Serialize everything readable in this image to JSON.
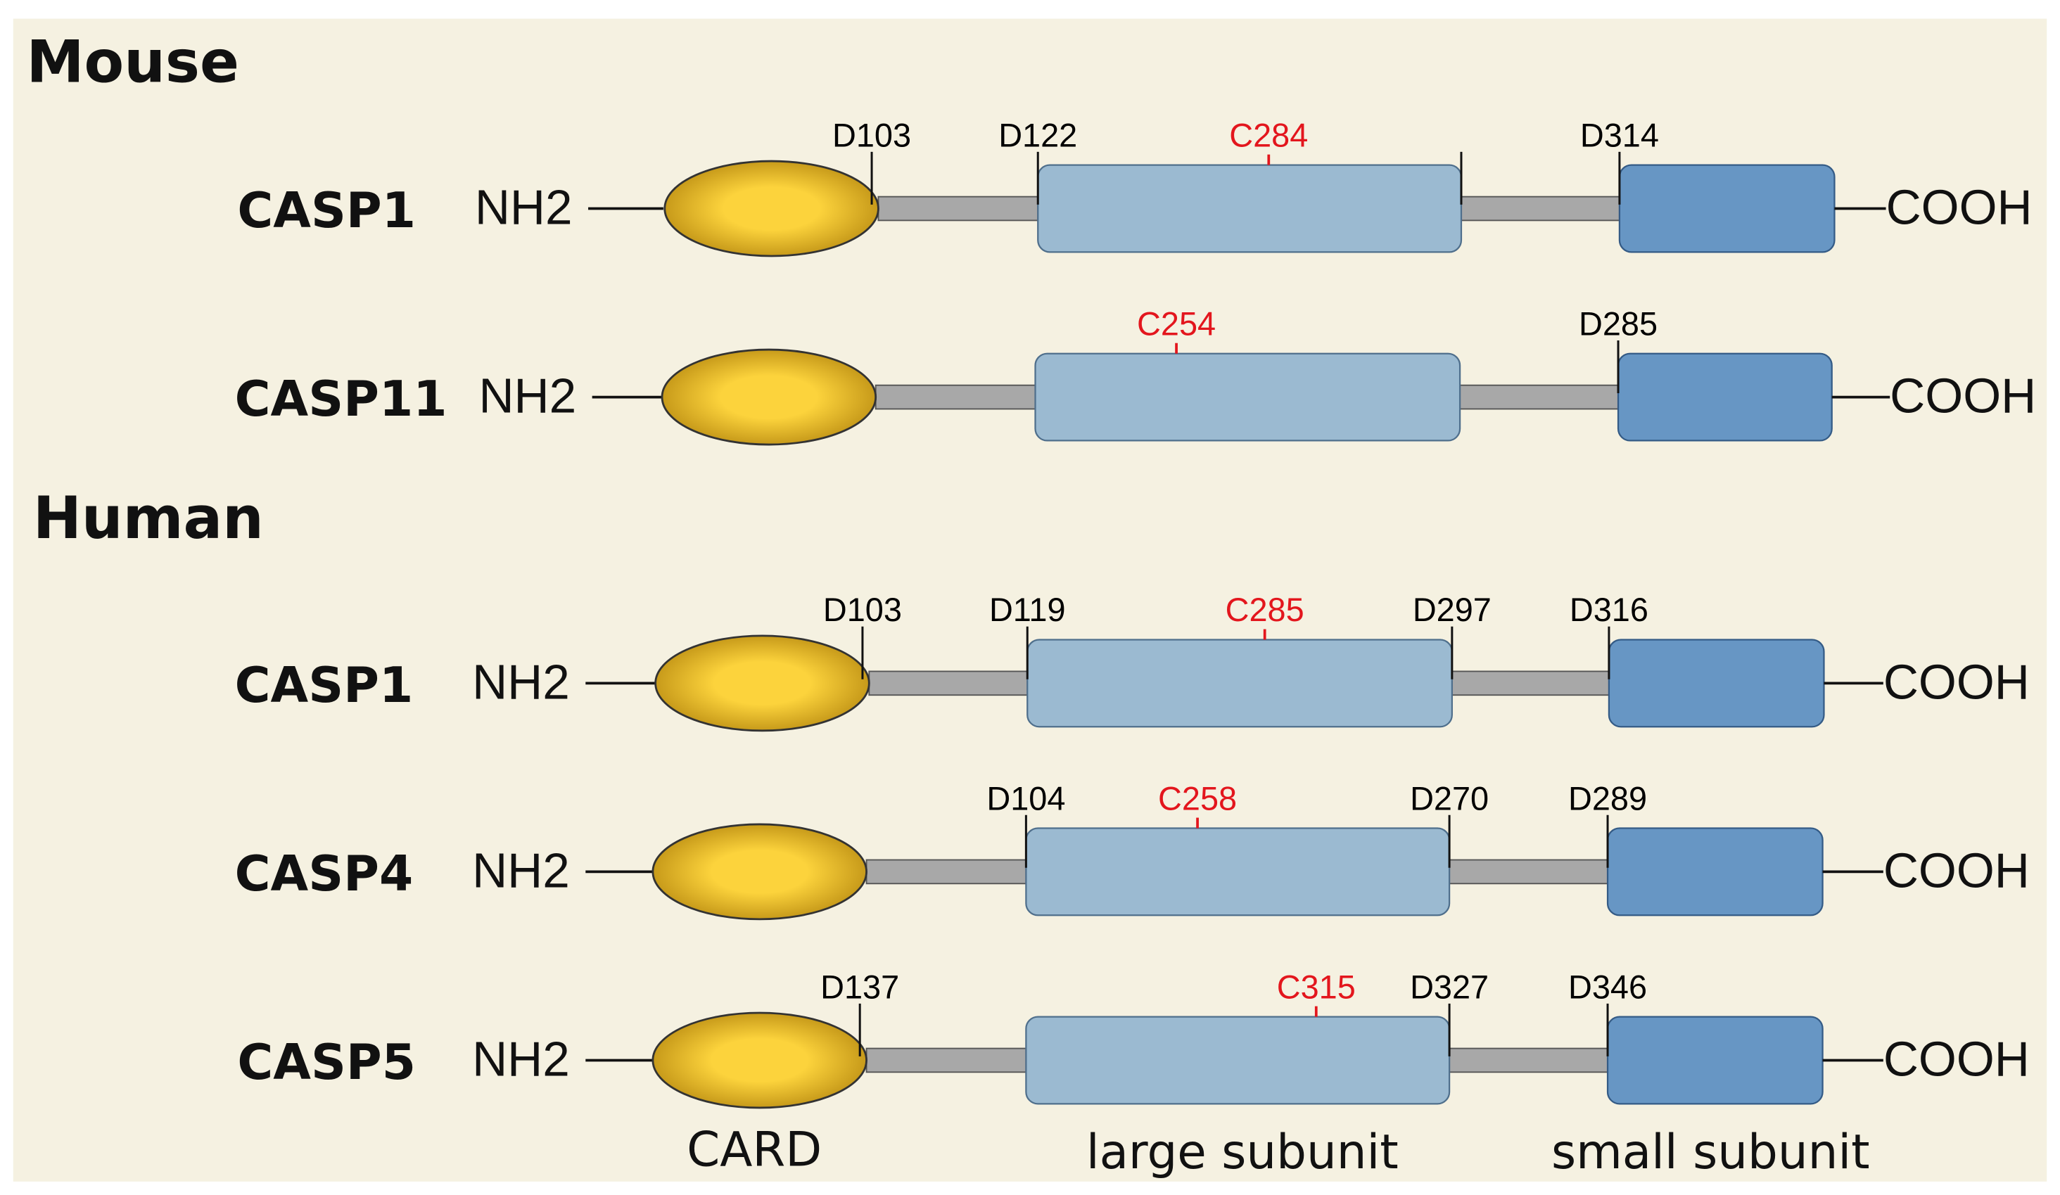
{
  "colors": {
    "background": "#f5f1e1",
    "card_fill_center": "#fcd33c",
    "card_fill_edge": "#c79a1a",
    "linker": "#a8a8a8",
    "large_subunit": "#9bbad1",
    "small_subunit": "#6796c4",
    "aspartate_label": "#000000",
    "cysteine_label": "#e3161d"
  },
  "sections": [
    {
      "title": "Mouse",
      "proteins": [
        {
          "name": "CASP1",
          "n_term": "NH2",
          "c_term": "COOH",
          "sites": [
            {
              "label": "D103",
              "type": "D",
              "at": "card_end"
            },
            {
              "label": "D122",
              "type": "D",
              "at": "large_start"
            },
            {
              "label": "C284",
              "type": "C",
              "at": "large_mid"
            },
            {
              "label": "",
              "type": "D",
              "at": "large_end"
            },
            {
              "label": "D314",
              "type": "D",
              "at": "small_start"
            }
          ]
        },
        {
          "name": "CASP11",
          "n_term": "NH2",
          "c_term": "COOH",
          "sites": [
            {
              "label": "C254",
              "type": "C",
              "at": "large_mid"
            },
            {
              "label": "D285",
              "type": "D",
              "at": "small_start"
            }
          ]
        }
      ]
    },
    {
      "title": "Human",
      "proteins": [
        {
          "name": "CASP1",
          "n_term": "NH2",
          "c_term": "COOH",
          "sites": [
            {
              "label": "D103",
              "type": "D",
              "at": "card_end"
            },
            {
              "label": "D119",
              "type": "D",
              "at": "large_start"
            },
            {
              "label": "C285",
              "type": "C",
              "at": "large_mid"
            },
            {
              "label": "D297",
              "type": "D",
              "at": "large_end"
            },
            {
              "label": "D316",
              "type": "D",
              "at": "small_start"
            }
          ]
        },
        {
          "name": "CASP4",
          "n_term": "NH2",
          "c_term": "COOH",
          "sites": [
            {
              "label": "D104",
              "type": "D",
              "at": "large_start"
            },
            {
              "label": "C258",
              "type": "C",
              "at": "large_mid"
            },
            {
              "label": "D270",
              "type": "D",
              "at": "large_end"
            },
            {
              "label": "D289",
              "type": "D",
              "at": "small_start"
            }
          ]
        },
        {
          "name": "CASP5",
          "n_term": "NH2",
          "c_term": "COOH",
          "sites": [
            {
              "label": "D137",
              "type": "D",
              "at": "card_end"
            },
            {
              "label": "C315",
              "type": "C",
              "at": "large_mid"
            },
            {
              "label": "D327",
              "type": "D",
              "at": "large_end"
            },
            {
              "label": "D346",
              "type": "D",
              "at": "small_start"
            }
          ]
        }
      ]
    }
  ],
  "domain_legend": {
    "card": "CARD",
    "large": "large subunit",
    "small": "small subunit"
  }
}
